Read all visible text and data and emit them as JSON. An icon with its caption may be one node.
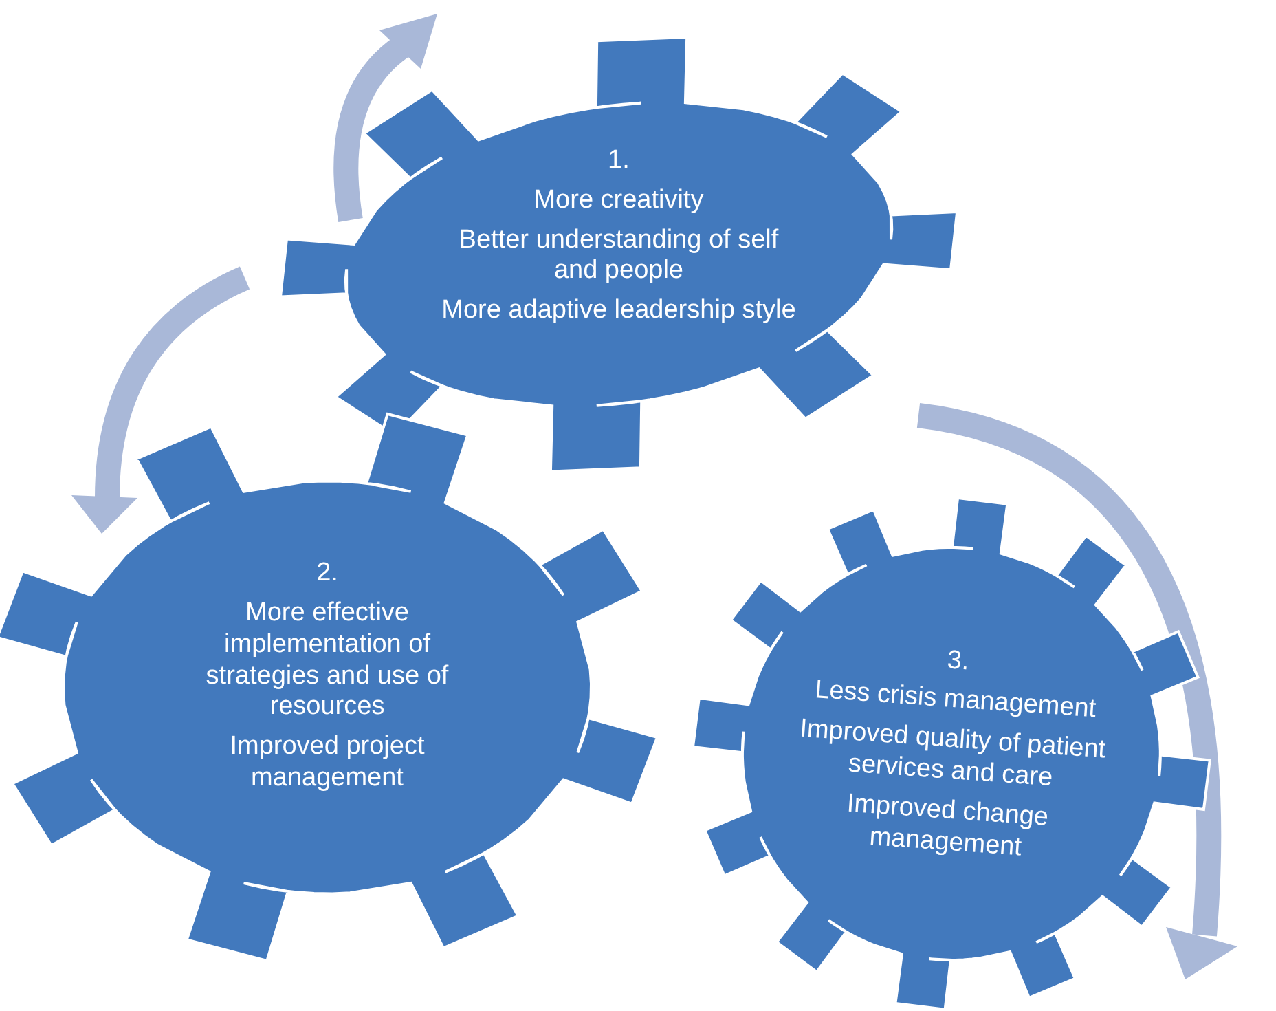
{
  "diagram": {
    "nodes": [
      {
        "text": [
          "1.",
          "More creativity",
          "Better understanding of self and people",
          "More adaptive leadership style"
        ]
      },
      {
        "text": [
          "2.",
          "More effective implementation of strategies and use of resources",
          "Improved project management"
        ]
      },
      {
        "text": [
          "3.",
          "Less crisis management",
          "Improved quality of patient services and care",
          "Improved change management"
        ]
      }
    ]
  }
}
